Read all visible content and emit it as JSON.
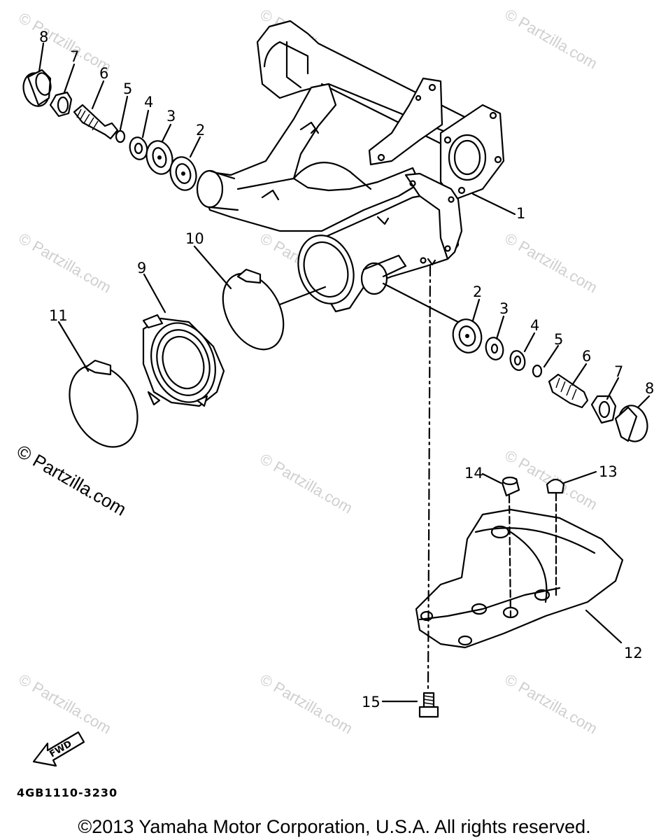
{
  "watermarks": [
    "© Partzilla.com",
    "© Partzilla.com",
    "© Partzilla.com",
    "© Partzilla.com",
    "© Partzilla.com",
    "© Partzilla.com",
    "© Partzilla.com",
    "© Partzilla.com",
    "© Partzilla.com",
    "© Partzilla.com"
  ],
  "watermark_prominent": "© Partzilla.com",
  "callouts": [
    "8",
    "7",
    "6",
    "5",
    "4",
    "3",
    "2",
    "1",
    "10",
    "9",
    "11",
    "2",
    "3",
    "4",
    "5",
    "6",
    "7",
    "8",
    "14",
    "13",
    "12",
    "15"
  ],
  "fwd_label": "FWD",
  "diagram_code": "4GB1110-3230",
  "copyright": "©2013 Yamaha Motor Corporation, U.S.A. All rights reserved."
}
